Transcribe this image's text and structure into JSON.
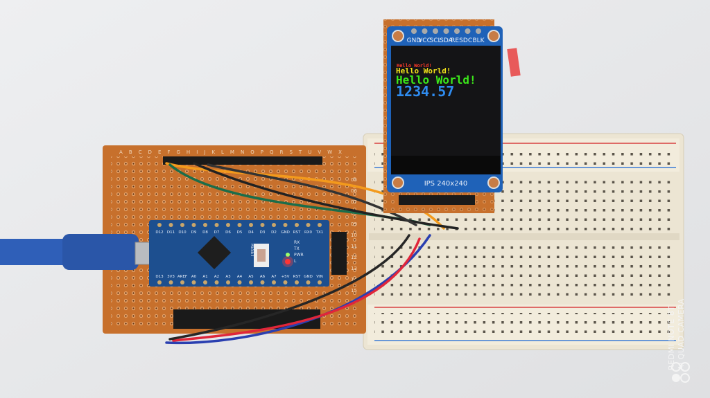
{
  "display": {
    "header_pins": [
      "GND",
      "VCC",
      "SCL",
      "SDA",
      "RES",
      "DC",
      "BLK"
    ],
    "footer_label": "IPS 240x240",
    "lines": [
      {
        "text": "Hello World!",
        "color": "#ff3b2a"
      },
      {
        "text": "Hello World!",
        "color": "#f2e21a"
      },
      {
        "text": "Hello World!",
        "color": "#3ce81a"
      },
      {
        "text": "1234.57",
        "color": "#2f8cf0"
      }
    ],
    "screen_color": "#141416",
    "pcb_color": "#1f62b8"
  },
  "perfboard": {
    "column_letters": "A B C D E F G H I J K L M N O P Q R S T U V W X",
    "row_numbers": [
      "05",
      "06",
      "07",
      "08",
      "09",
      "10",
      "11",
      "12",
      "13",
      "14",
      "15",
      "16"
    ],
    "color": "#c7702c"
  },
  "nano": {
    "top_pins": [
      "D12",
      "D11",
      "D10",
      "D9",
      "D8",
      "D7",
      "D6",
      "D5",
      "D4",
      "D3",
      "D2",
      "GND",
      "RST",
      "RX0",
      "TX1"
    ],
    "bottom_pins": [
      "D13",
      "3V3",
      "AREF",
      "A0",
      "A1",
      "A2",
      "A3",
      "A4",
      "A5",
      "A6",
      "A7",
      "+5V",
      "RST",
      "GND",
      "VIN"
    ],
    "reset_label": "RESET",
    "led_labels": [
      "RX",
      "TX",
      "PWR",
      "L"
    ],
    "color": "#1d4f8f"
  },
  "watermark": {
    "line1": "REDMI NOTE 8T",
    "line2": "AI QUAD CAMERA",
    "icon": "camera-lens-logo-icon"
  }
}
